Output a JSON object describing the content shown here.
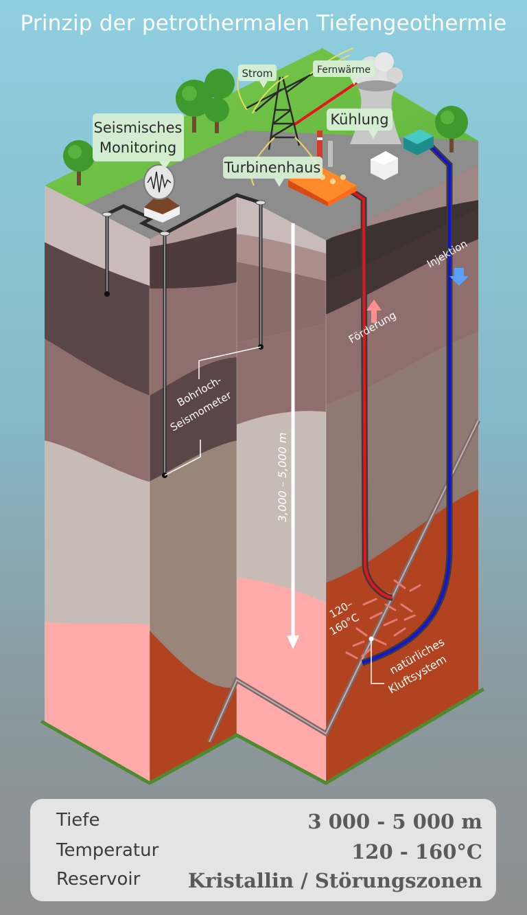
{
  "title": "Prinzip der petrothermalen Tiefengeothermie",
  "labels": {
    "strom": "Strom",
    "fernwaerme": "Fernwärme",
    "kuehlung": "Kühlung",
    "seismisches_1": "Seismisches",
    "seismisches_2": "Monitoring",
    "turbinenhaus": "Turbinenhaus",
    "injektion": "Injektion",
    "foerderung": "Förderung",
    "bohrloch_1": "Bohrloch-",
    "bohrloch_2": "Seismometer",
    "tiefe_arrow": "3,000 – 5,000 m",
    "temp_1": "120–",
    "temp_2": "160°C",
    "kluft_1": "natürliches",
    "kluft_2": "Kluftsystem"
  },
  "info": [
    {
      "key": "Tiefe",
      "value": "3 000 - 5 000 m"
    },
    {
      "key": "Temperatur",
      "value": "120 - 160°C"
    },
    {
      "key": "Reservoir",
      "value": "Kristallin / Störungszonen"
    }
  ],
  "colors": {
    "production_pipe": "#e8141b",
    "injection_pipe": "#1414d8",
    "grass": "#72c24a",
    "reservoir": "#b24320",
    "hot_rock": "#ffaaaa"
  }
}
